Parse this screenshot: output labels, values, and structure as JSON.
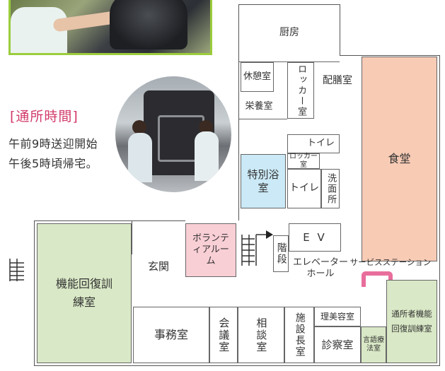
{
  "notice": {
    "title": "[通所時間]",
    "line1": "午前9時送迎開始",
    "line2": "午後5時頃帰宅。"
  },
  "rooms": {
    "kitchen": "厨房",
    "rest_room": "休憩室",
    "locker": "ロッカー室",
    "serving": "配膳室",
    "nutrition": "栄養室",
    "toilet1": "トイレ",
    "locker2": "ロッカー室",
    "dining": "食堂",
    "special_bath": "特別浴室",
    "toilet2": "トイレ",
    "washroom": "洗面所",
    "volunteer": "ボランティアルーム",
    "stairs": "階段",
    "ev": "E V",
    "elevator_hall": "エレベーターホール",
    "service_station": "サービスステーション",
    "entrance": "玄関",
    "rehab": "機能回復訓練室",
    "office": "事務室",
    "meeting": "会議室",
    "consult": "相談室",
    "director": "施設長室",
    "barber": "理美容室",
    "clinic": "診察室",
    "speech": "言語療法室",
    "day_rehab": "通所者機能回復訓練室"
  },
  "colors": {
    "accent": "#d23a6a",
    "green_room": "#d9e8c6",
    "dining": "#f8cbb5",
    "volunteer": "#f9cfd6",
    "bath": "#cbe9f6",
    "service_marker": "#e86e9c",
    "photo_border": "#9ccc3c"
  }
}
